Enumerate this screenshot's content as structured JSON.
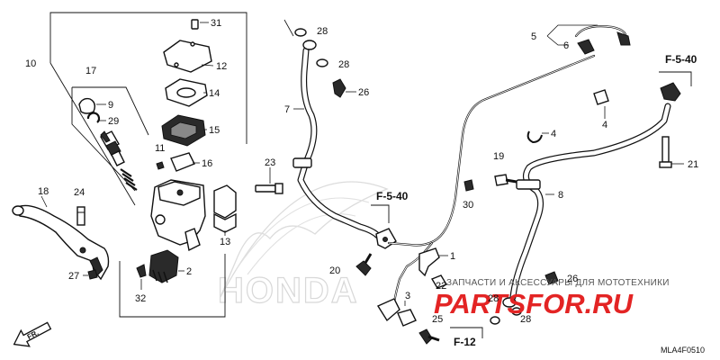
{
  "labels": {
    "n1": "1",
    "n2": "2",
    "n3": "3",
    "n4a": "4",
    "n4b": "4",
    "n5": "5",
    "n6": "6",
    "n7": "7",
    "n8": "8",
    "n9": "9",
    "n10": "10",
    "n11": "11",
    "n12": "12",
    "n13": "13",
    "n14": "14",
    "n15": "15",
    "n16": "16",
    "n17": "17",
    "n18": "18",
    "n19": "19",
    "n20": "20",
    "n21": "21",
    "n22": "22",
    "n23": "23",
    "n24": "24",
    "n25": "25",
    "n26a": "26",
    "n26b": "26",
    "n27": "27",
    "n28a": "28",
    "n28b": "28",
    "n28c": "28",
    "n28d": "28",
    "n29": "29",
    "n30": "30",
    "n31": "31",
    "n32": "32"
  },
  "refs": {
    "f540_top": "F-5-40",
    "f540_mid": "F-5-40",
    "f12": "F-12",
    "fr": "FR."
  },
  "watermark": {
    "brand": "HONDA",
    "shop_name": "PARTSFOR.RU",
    "shop_tagline": "ЗАПЧАСТИ И АКСЕССУАРЫ ДЛЯ МОТОТЕХНИКИ"
  },
  "diagram_code": "MLA4F0510"
}
